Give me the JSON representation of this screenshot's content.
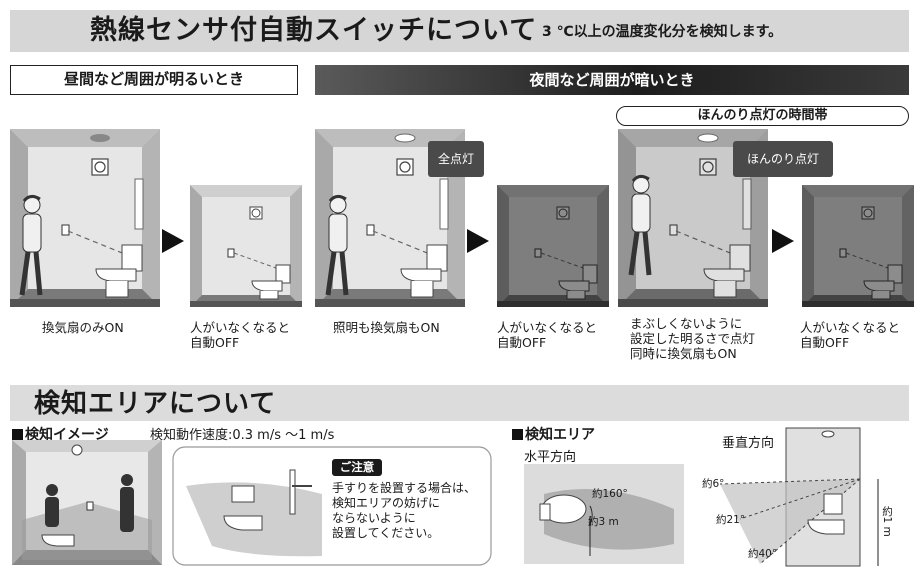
{
  "banner": {
    "title": "熱線センサ付自動スイッチについて",
    "subtitle": "3 ℃以上の温度変化分を検知します。"
  },
  "modes": {
    "day": "昼間など周囲が明るいとき",
    "night": "夜間など周囲が暗いとき",
    "dim_period": "ほんのり点灯の時間帯"
  },
  "scenes": [
    {
      "caption": "換気扇のみON"
    },
    {
      "caption": "人がいなくなると\n自動OFF"
    },
    {
      "caption": "照明も換気扇もON",
      "callout": "全点灯"
    },
    {
      "caption": "人がいなくなると\n自動OFF"
    },
    {
      "caption": "まぶしくないように\n設定した明るさで点灯\n同時に換気扇もON",
      "callout": "ほんのり点灯"
    },
    {
      "caption": "人がいなくなると\n自動OFF"
    }
  ],
  "detection": {
    "title": "検知エリアについて",
    "image_label": "検知イメージ",
    "speed": "検知動作速度:0.3 m/s ～1 m/s",
    "note_badge": "ご注意",
    "note_text": "手すりを設置する場合は、\n検知エリアの妨げに\nならないように\n設置してください。",
    "area_label": "検知エリア",
    "horizontal": "水平方向",
    "vertical": "垂直方向",
    "h_angle": "約160°",
    "h_dist": "約3 m",
    "v_angles": [
      "約6°",
      "約21°",
      "約40°"
    ],
    "v_height": "約1 m"
  }
}
